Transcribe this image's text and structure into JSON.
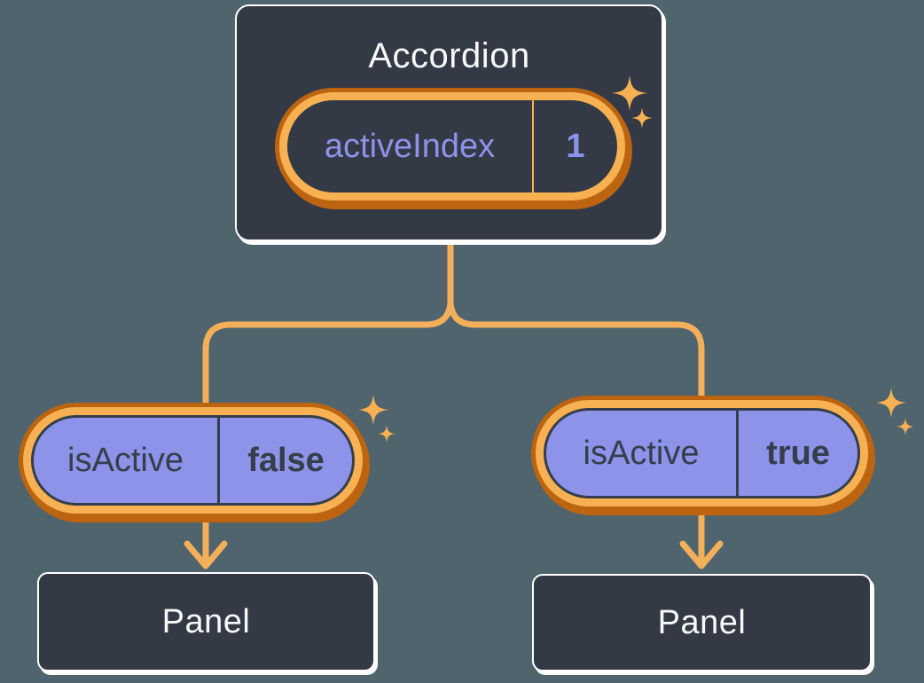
{
  "colors": {
    "background": "#4F646D",
    "card_fill": "#333A46",
    "card_border": "#FFFFFF",
    "ring_light_orange": "#F8B152",
    "ring_dark_orange": "#BC640F",
    "connector_orange": "#F4AF5B",
    "pill_purple": "#8C93E9",
    "dark_text": "#353E4A",
    "white_text": "#F7F8FA"
  },
  "accordion": {
    "title": "Accordion",
    "state_pill": {
      "label": "activeIndex",
      "value": "1"
    }
  },
  "children": [
    {
      "pill": {
        "label": "isActive",
        "value": "false"
      },
      "panel_label": "Panel"
    },
    {
      "pill": {
        "label": "isActive",
        "value": "true"
      },
      "panel_label": "Panel"
    }
  ],
  "icons": {
    "sparkle": "sparkle-icon (four-point star, orange)"
  }
}
